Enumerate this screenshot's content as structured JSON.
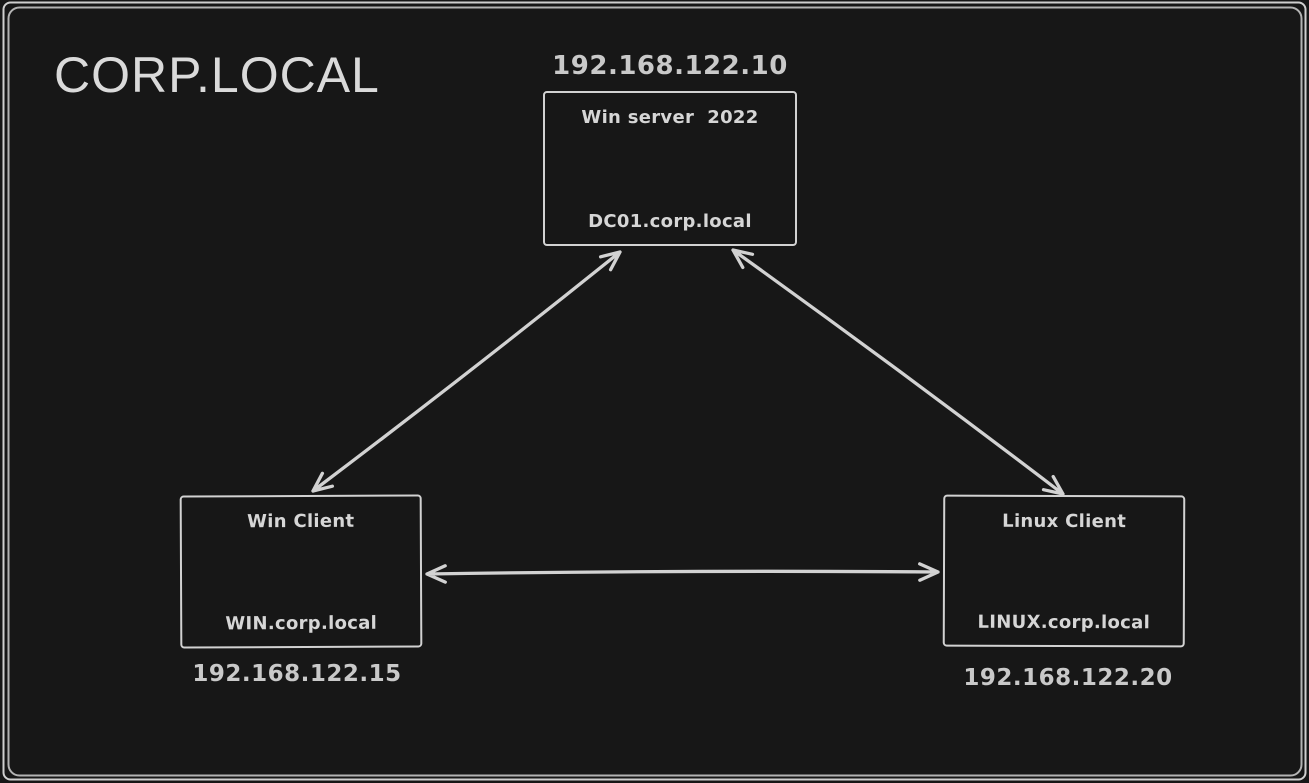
{
  "diagram": {
    "domain_label": "CORP.LOCAL",
    "nodes": [
      {
        "id": "dc01",
        "ip": "192.168.122.10",
        "os": "Win server  2022",
        "hostname": "DC01.corp.local"
      },
      {
        "id": "win",
        "ip": "192.168.122.15",
        "os": "Win Client",
        "hostname": "WIN.corp.local"
      },
      {
        "id": "linux",
        "ip": "192.168.122.20",
        "os": "Linux Client",
        "hostname": "LINUX.corp.local"
      }
    ],
    "edges": [
      {
        "from": "DC01.corp.local",
        "to": "WIN.corp.local",
        "direction": "bidirectional"
      },
      {
        "from": "DC01.corp.local",
        "to": "LINUX.corp.local",
        "direction": "bidirectional"
      },
      {
        "from": "WIN.corp.local",
        "to": "LINUX.corp.local",
        "direction": "bidirectional"
      }
    ],
    "colors": {
      "background": "#171717",
      "stroke": "#d2d2d2",
      "text": "#d6d6d6",
      "ip_text": "#c9c9c9",
      "title_text": "#dadada"
    }
  }
}
